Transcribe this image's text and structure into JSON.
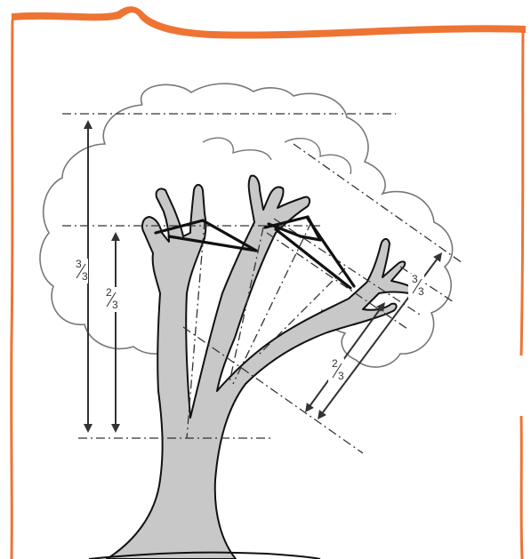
{
  "colors": {
    "frame": "#ee7434",
    "frame_dark": "#d8602a",
    "trunk_fill": "#c8c8c8",
    "outline": "#111111",
    "canopy": "#777777",
    "guide": "#333333",
    "cable": "#111111"
  },
  "measures": {
    "full_height": {
      "num": "3",
      "den": "3"
    },
    "two_thirds_height": {
      "num": "2",
      "den": "3"
    },
    "full_limb": {
      "num": "3",
      "den": "3"
    },
    "two_thirds_limb": {
      "num": "2",
      "den": "3"
    }
  }
}
